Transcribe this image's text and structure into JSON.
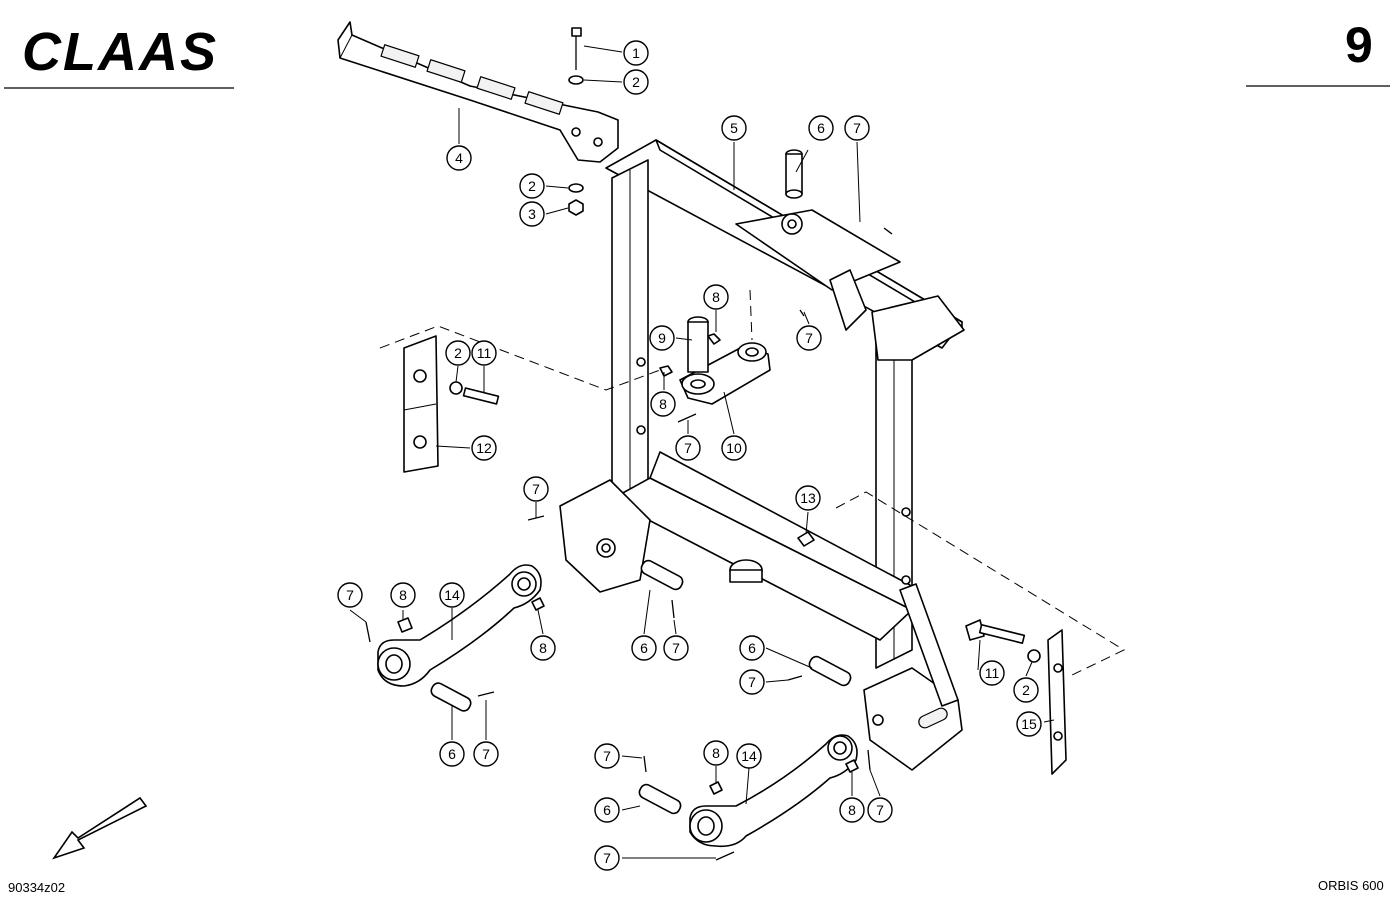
{
  "header": {
    "brand": "CLAAS",
    "page_number": "9"
  },
  "footer": {
    "drawing_id": "90334z02",
    "model": "ORBIS 600"
  },
  "callouts": [
    {
      "label": "1"
    },
    {
      "label": "2"
    },
    {
      "label": "4"
    },
    {
      "label": "2"
    },
    {
      "label": "3"
    },
    {
      "label": "5"
    },
    {
      "label": "6"
    },
    {
      "label": "7"
    },
    {
      "label": "8"
    },
    {
      "label": "9"
    },
    {
      "label": "7"
    },
    {
      "label": "8"
    },
    {
      "label": "7"
    },
    {
      "label": "10"
    },
    {
      "label": "2"
    },
    {
      "label": "11"
    },
    {
      "label": "12"
    },
    {
      "label": "7"
    },
    {
      "label": "13"
    },
    {
      "label": "7"
    },
    {
      "label": "8"
    },
    {
      "label": "14"
    },
    {
      "label": "8"
    },
    {
      "label": "6"
    },
    {
      "label": "7"
    },
    {
      "label": "6"
    },
    {
      "label": "7"
    },
    {
      "label": "6"
    },
    {
      "label": "7"
    },
    {
      "label": "11"
    },
    {
      "label": "2"
    },
    {
      "label": "15"
    },
    {
      "label": "7"
    },
    {
      "label": "8"
    },
    {
      "label": "14"
    },
    {
      "label": "6"
    },
    {
      "label": "8"
    },
    {
      "label": "7"
    },
    {
      "label": "7"
    }
  ]
}
